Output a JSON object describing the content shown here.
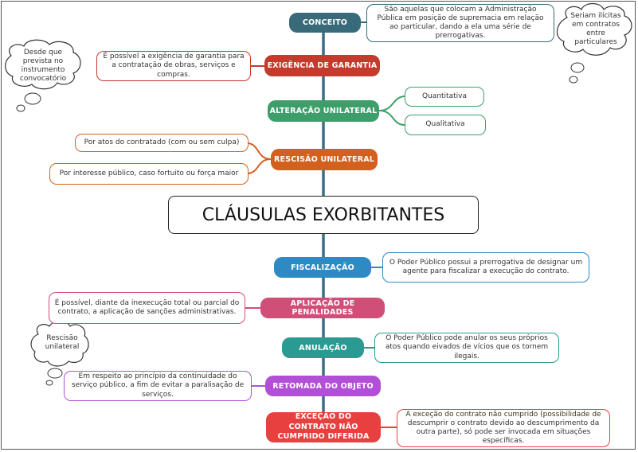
{
  "central": {
    "title": "CLÁUSULAS EXORBITANTES"
  },
  "colors": {
    "trunk": "#3d6f82",
    "conceito": "#386a79",
    "exigencia": "#c43a2c",
    "alteracao": "#3e9e6a",
    "rescisao": "#d3601c",
    "fiscalizacao": "#2e8ac4",
    "penalidades": "#d04f79",
    "anulacao": "#2a9a93",
    "retomada": "#b14fd6",
    "excecao": "#e8403f"
  },
  "branches": {
    "conceito": {
      "label": "CONCEITO",
      "note": "São aquelas que colocam a Administração Pública em posição de supremacia em relação ao particular, dando a ela uma série de prerrogativas.",
      "cloud": "Seriam ilícitas em contratos entre particulares"
    },
    "exigencia": {
      "label": "EXIGÊNCIA DE GARANTIA",
      "note": "É possível a exigência de garantia para a contratação de obras, serviços e compras.",
      "cloud": "Desde que prevista no instrumento convocatório"
    },
    "alteracao": {
      "label": "ALTERAÇÃO UNILATERAL",
      "items": [
        "Quantitativa",
        "Qualitativa"
      ]
    },
    "rescisao": {
      "label": "RESCISÃO UNILATERAL",
      "items": [
        "Por atos do contratado (com ou sem culpa)",
        "Por interesse público, caso fortuito ou força maior"
      ]
    },
    "fiscalizacao": {
      "label": "FISCALIZAÇÃO",
      "note": "O Poder Público possui a prerrogativa de designar um agente para fiscalizar a execução do contrato."
    },
    "penalidades": {
      "label": "APLICAÇÃO DE PENALIDADES",
      "note": "É possível, diante da inexecução total ou parcial do contrato, a aplicação de sanções administrativas."
    },
    "anulacao": {
      "label": "ANULAÇÃO",
      "note": "O Poder Público pode anular os seus próprios atos quando eivados de vícios que os tornem ilegais."
    },
    "retomada": {
      "label": "RETOMADA DO OBJETO",
      "note": "Em respeito ao princípio da continuidade do serviço público, a fim de evitar a paralisação de serviços.",
      "cloud": "Rescisão unilateral"
    },
    "excecao": {
      "label": "EXCEÇÃO DO CONTRATO NÃO CUMPRIDO DIFERIDA",
      "note": "A exceção do contrato não cumprido (possibilidade de descumprir o contrato devido ao descumprimento da outra parte), só pode ser invocada em situações específicas."
    }
  }
}
